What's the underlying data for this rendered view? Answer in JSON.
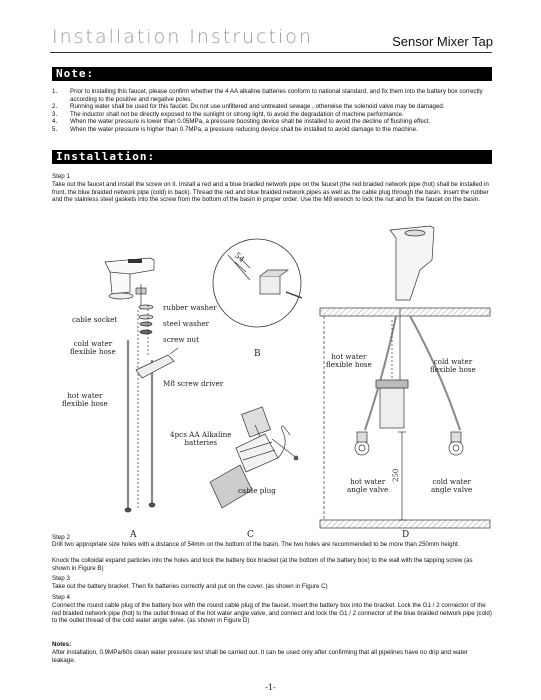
{
  "header": {
    "title": "Installation Instruction",
    "product": "Sensor Mixer Tap"
  },
  "note_section": {
    "heading": "Note:",
    "items": [
      {
        "num": "1.",
        "text": "Prior to installing this faucet, please confirm whether the 4 AA alkaline batteries conform to national standard, and fix them into the battery box correctly according to the positive and negative poles."
      },
      {
        "num": "2.",
        "text": "Running water shall be used for this faucet. Do not use unfiltered and untreated sewage , otherwise the solenoid valve may be damaged."
      },
      {
        "num": "3.",
        "text": "The inductor shall not be directly exposed to the sunlight or strong light, to avoid the degradation of machine performance."
      },
      {
        "num": "4.",
        "text": "When the water pressure is lower than 0.05MPa, a pressure boosting device shall be installed to avoid the decline of flushing effect."
      },
      {
        "num": "5.",
        "text": "When the water pressure is higher than 0.7MPa, a pressure reducing device shall be installed to avoid damage to the machine."
      }
    ]
  },
  "installation_section": {
    "heading": "Installation:",
    "step1_title": "Step 1",
    "step1_text": "Take out the faucet and install the screw on it. Install a red and a blue braided network pipe on the faucet (the red braided network pipe (hot) shall be installed in front, the blue braided network pipe (cold) in back). Thread the red and blue braided network pipes as well as the cable plug through the basin. Insert the rubber and the stainless steel gaskets into the screw from the bottom of the basin in proper order. Use the M8 wrench to lock the nut and fix the faucet on the basin.",
    "step2_title": "Step 2",
    "step2_text_a": "Drill two appropriate size holes with a distance of 54mm on the bottom of the basin. The two holes are recommended to be more than 250mm height.",
    "step2_text_b": "Knock the colloidal expand particles into the holes and lock the battery box bracket (at the bottom of the battery box) to the wall with the tapping screw  (as shown in Figure B)",
    "step3_title": "Step 3",
    "step3_text": "Take out the battery bracket. Then fix batteries correctly and put on the cover. (as shown in Figure C)",
    "step4_title": "Step 4",
    "step4_text": "Connect the round cable plug of the battery box with the round cable plug of the faucet. Insert the battery box into the bracket. Lock the G1 / 2 connector of the red braided network pipe (hot) to the outlet thread of the hot water angle valve, and connect and lock the G1 / 2 connector of the blue braided network pipe (cold) to the outlet thread of the cold water angle valve. (as shown in Figure D)",
    "notes_title": "Notes:",
    "notes_text": "After installation, 0.9MPa/60s clean water pressure test shall be carried out. It can be used only after confirming that all pipelines have no drip and water leakage."
  },
  "figure_a": {
    "letter": "A",
    "labels": {
      "rubber_washer": "rubber washer",
      "cable_socket": "cable socket",
      "steel_washer": "steel washer",
      "screw_nut": "screw nut",
      "cold_water_hose": "cold water\nflexible hose",
      "hot_water_hose": "hot water\nflexible hose",
      "m8_driver": "M8 screw driver"
    }
  },
  "figure_b": {
    "letter": "B",
    "dimension": "54"
  },
  "figure_c": {
    "letter": "C",
    "labels": {
      "batteries": "4pcs AA Alkaline\nbatteries",
      "cable_plug": "cable plug"
    }
  },
  "figure_d": {
    "letter": "D",
    "labels": {
      "hot_hose": "hot water\nflexible hose",
      "cold_hose": "cold water\nflexible hose",
      "hot_valve": "hot water\nangle valve",
      "cold_valve": "cold water\nangle valve",
      "height": "250"
    }
  },
  "footer": {
    "page": "-1-"
  }
}
